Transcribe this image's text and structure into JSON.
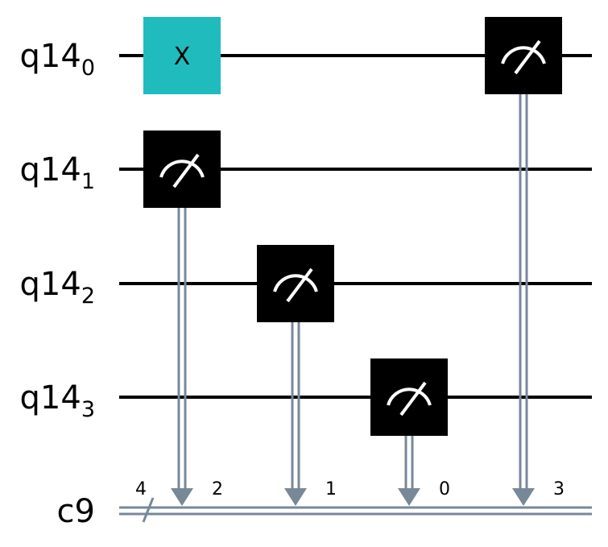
{
  "qubits": [
    {
      "base": "q14",
      "index": "0"
    },
    {
      "base": "q14",
      "index": "1"
    },
    {
      "base": "q14",
      "index": "2"
    },
    {
      "base": "q14",
      "index": "3"
    }
  ],
  "classical_register": {
    "label": "c9",
    "width": "4"
  },
  "gates": [
    {
      "type": "x",
      "qubit": 0,
      "column": 0,
      "label": "X",
      "color": "#20bcbd"
    }
  ],
  "measurements": [
    {
      "qubit": 1,
      "column": 0,
      "clbit": "2"
    },
    {
      "qubit": 2,
      "column": 1,
      "clbit": "1"
    },
    {
      "qubit": 3,
      "column": 2,
      "clbit": "0"
    },
    {
      "qubit": 0,
      "column": 3,
      "clbit": "3"
    }
  ],
  "colors": {
    "wire": "#000000",
    "classical_wire": "#778899",
    "measure_box": "#000000",
    "measure_symbol": "#ffffff"
  }
}
